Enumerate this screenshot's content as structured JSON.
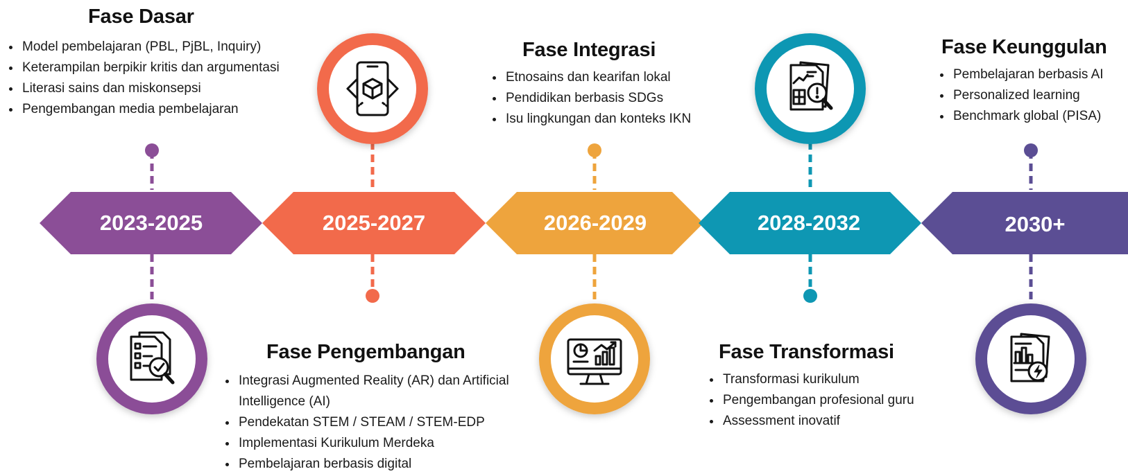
{
  "colors": {
    "purple": "#8B4E97",
    "coral": "#F26A4B",
    "amber": "#EEA43D",
    "teal": "#0E97B3",
    "indigo": "#5B4E94"
  },
  "phases": [
    {
      "title": "Fase Dasar",
      "period": "2023-2025",
      "color": "purple",
      "icon": "document-checklist-icon",
      "items": [
        "Model pembelajaran (PBL, PjBL, Inquiry)",
        "Keterampilan berpikir kritis dan argumentasi",
        "Literasi sains dan miskonsepsi",
        "Pengembangan media pembelajaran"
      ]
    },
    {
      "title": "Fase Pengembangan",
      "period": "2025-2027",
      "color": "coral",
      "icon": "augmented-reality-phone-icon",
      "items": [
        "Integrasi Augmented Reality (AR) dan Artificial Intelligence (AI)",
        "Pendekatan STEM / STEAM / STEM-EDP",
        "Implementasi Kurikulum Merdeka",
        "Pembelajaran berbasis digital"
      ]
    },
    {
      "title": "Fase Integrasi",
      "period": "2026-2029",
      "color": "amber",
      "icon": "analytics-monitor-icon",
      "items": [
        "Etnosains dan kearifan lokal",
        "Pendidikan berbasis SDGs",
        "Isu lingkungan dan konteks IKN"
      ]
    },
    {
      "title": "Fase Transformasi",
      "period": "2028-2032",
      "color": "teal",
      "icon": "report-analysis-icon",
      "items": [
        "Transformasi kurikulum",
        "Pengembangan profesional guru",
        "Assessment inovatif"
      ]
    },
    {
      "title": "Fase Keunggulan",
      "period": "2030+",
      "color": "indigo",
      "icon": "report-performance-icon",
      "items": [
        "Pembelajaran berbasis AI",
        "Personalized learning",
        "Benchmark global (PISA)"
      ]
    }
  ]
}
